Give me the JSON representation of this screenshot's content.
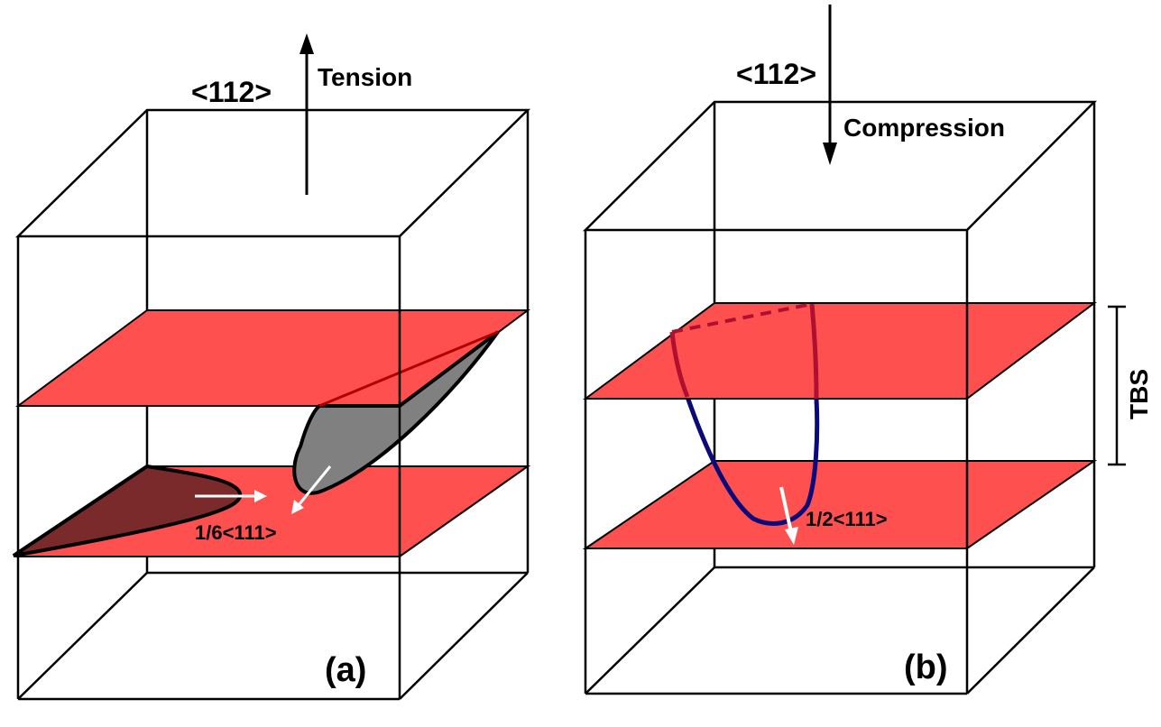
{
  "panel_a": {
    "direction_label": "<112>",
    "load_label": "Tension",
    "burgers_label": "1/6<111>",
    "panel_label": "(a)"
  },
  "panel_b": {
    "direction_label": "<112>",
    "load_label": "Compression",
    "burgers_label": "1/2<111>",
    "panel_label": "(b)",
    "bracket_label": "TBS"
  },
  "colors": {
    "twin_plane": "#ff5050",
    "partial_loop_dark": "#7a2a2a",
    "partial_loop_gray": "#808080",
    "dislocation_blue": "#0a0a7a",
    "dislocation_red": "#b01030",
    "burgers_arrow": "#ffffff"
  },
  "icons": {
    "tension_arrow": "arrow-up-icon",
    "compression_arrow": "arrow-down-icon"
  }
}
